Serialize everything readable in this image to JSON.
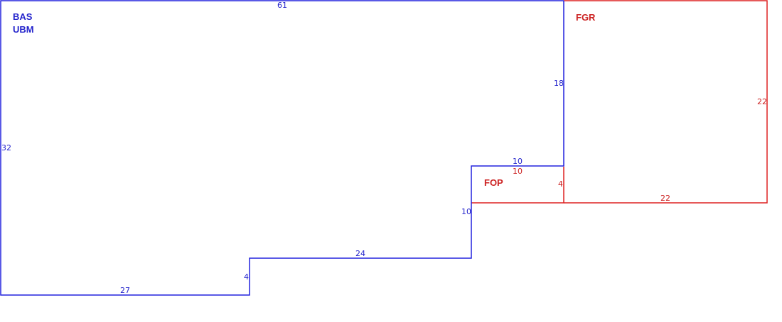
{
  "colors": {
    "base": "#2222dd",
    "addition": "#dd2222"
  },
  "areas": {
    "bas": {
      "line1": "BAS",
      "line2": "UBM"
    },
    "fgr": {
      "label": "FGR"
    },
    "fop": {
      "label": "FOP"
    }
  },
  "dimensions": {
    "bas_top": "61",
    "bas_left": "32",
    "bas_bottom_left": "27",
    "bas_step_up_small": "4",
    "bas_mid_bottom": "24",
    "bas_step_up_right": "10",
    "bas_notch_top": "10",
    "bas_right_upper": "18",
    "fop_top": "10",
    "fop_right": "4",
    "fgr_right": "22",
    "fgr_bottom": "22"
  }
}
